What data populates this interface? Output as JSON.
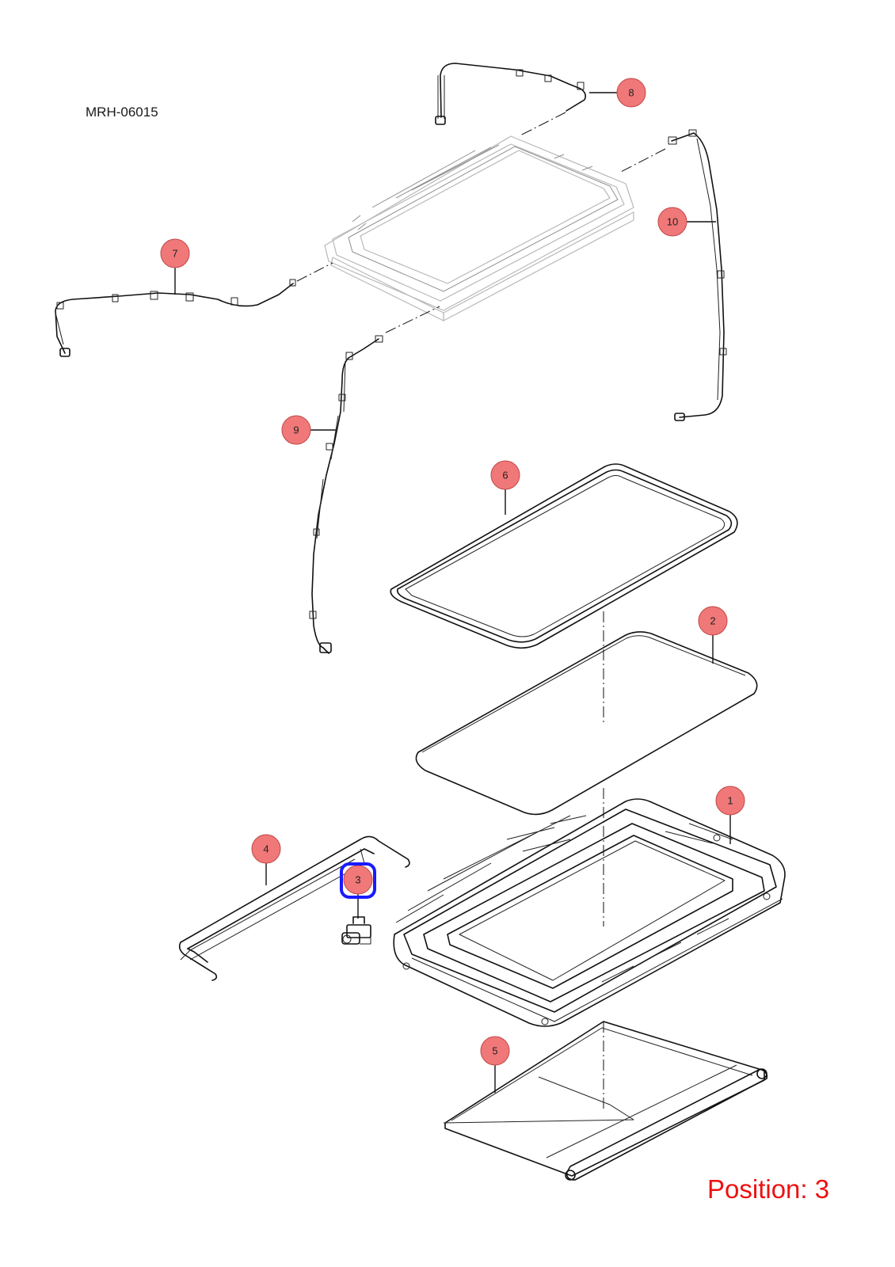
{
  "reference_code": "MRH-06015",
  "position_label": "Position: 3",
  "highlight_color": "#1a1aff",
  "callout_color": "#f07878",
  "callouts": [
    {
      "label": "1"
    },
    {
      "label": "2"
    },
    {
      "label": "3"
    },
    {
      "label": "4"
    },
    {
      "label": "5"
    },
    {
      "label": "6"
    },
    {
      "label": "7"
    },
    {
      "label": "8"
    },
    {
      "label": "9"
    },
    {
      "label": "10"
    }
  ],
  "selected_callout": "3"
}
